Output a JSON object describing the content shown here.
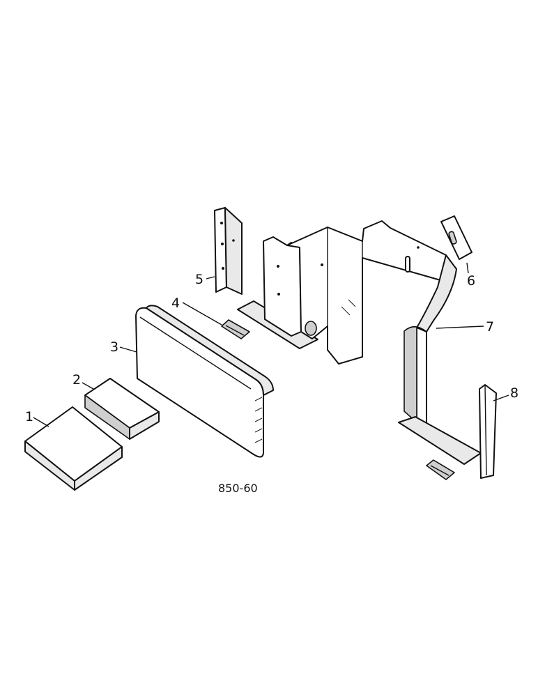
{
  "callouts": [
    "1",
    "2",
    "3",
    "4",
    "5",
    "6",
    "7",
    "8"
  ],
  "reference_code": "850-60"
}
